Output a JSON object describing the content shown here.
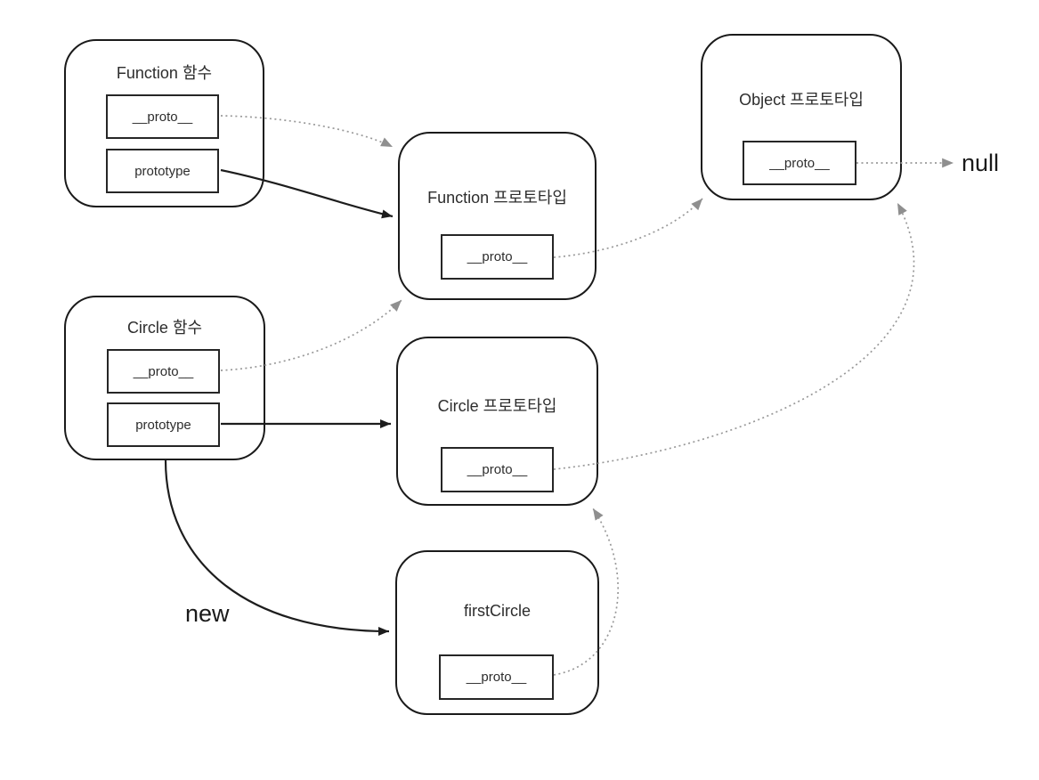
{
  "diagram": {
    "subject": "JavaScript prototype chain"
  },
  "colors": {
    "background": "#ffffff",
    "box_stroke": "#1a1a1a",
    "solid_arrow": "#1d1d1d",
    "dotted_arrow": "#999999",
    "gray_arrowhead": "#8f8f8f",
    "text": "#2d2d2d"
  },
  "nodes": [
    {
      "id": "function-constructor",
      "title": "Function 함수",
      "slots": [
        "__proto__",
        "prototype"
      ]
    },
    {
      "id": "function-prototype",
      "title": "Function 프로토타입",
      "slots": [
        "__proto__"
      ]
    },
    {
      "id": "object-prototype",
      "title": "Object 프로토타입",
      "slots": [
        "__proto__"
      ]
    },
    {
      "id": "circle-constructor",
      "title": "Circle 함수",
      "slots": [
        "__proto__",
        "prototype"
      ]
    },
    {
      "id": "circle-prototype",
      "title": "Circle 프로토타입",
      "slots": [
        "__proto__"
      ]
    },
    {
      "id": "first-circle",
      "title": "firstCircle",
      "slots": [
        "__proto__"
      ]
    }
  ],
  "labels": {
    "new": "new",
    "null": "null"
  },
  "edges": [
    {
      "from": "Function 함수.__proto__",
      "to": "Function 프로토타입",
      "style": "dotted"
    },
    {
      "from": "Function 함수.prototype",
      "to": "Function 프로토타입",
      "style": "solid"
    },
    {
      "from": "Circle 함수.__proto__",
      "to": "Function 프로토타입",
      "style": "dotted"
    },
    {
      "from": "Circle 함수.prototype",
      "to": "Circle 프로토타입",
      "style": "solid"
    },
    {
      "from": "Circle 함수",
      "to": "firstCircle",
      "style": "solid",
      "label": "new"
    },
    {
      "from": "Function 프로토타입.__proto__",
      "to": "Object 프로토타입",
      "style": "dotted"
    },
    {
      "from": "Circle 프로토타입.__proto__",
      "to": "Object 프로토타입",
      "style": "dotted"
    },
    {
      "from": "firstCircle.__proto__",
      "to": "Circle 프로토타입",
      "style": "dotted"
    },
    {
      "from": "Object 프로토타입.__proto__",
      "to": "null",
      "style": "dotted"
    }
  ]
}
